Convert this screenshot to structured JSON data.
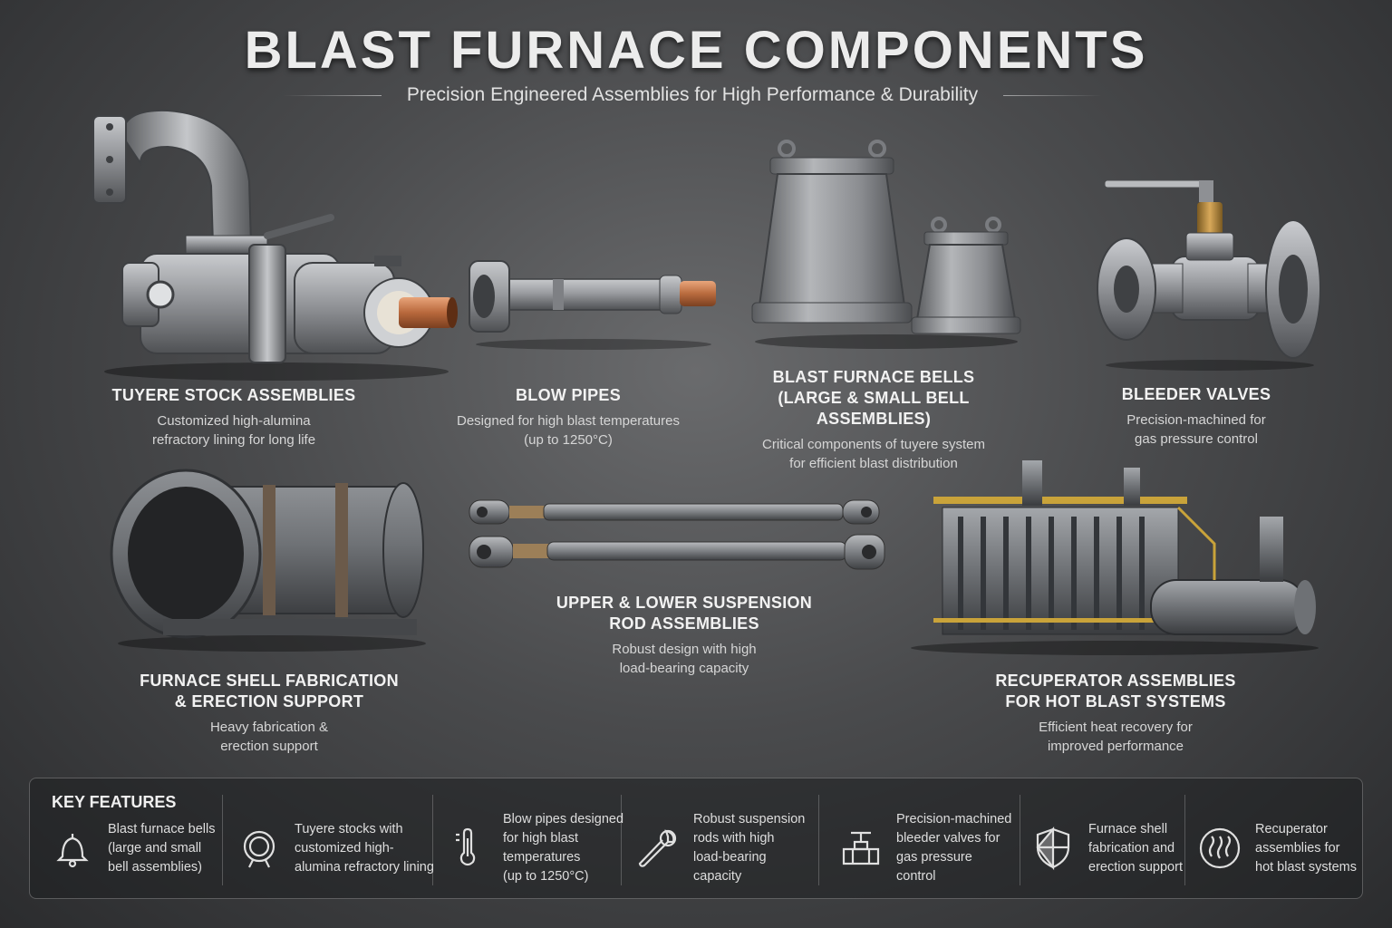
{
  "header": {
    "title": "BLAST FURNACE COMPONENTS",
    "subtitle": "Precision Engineered Assemblies for High Performance & Durability"
  },
  "components": [
    {
      "name_lines": [
        "TUYERE STOCK ASSEMBLIES"
      ],
      "desc_lines": [
        "Customized high-alumina",
        "refractory lining for long life"
      ]
    },
    {
      "name_lines": [
        "BLOW PIPES"
      ],
      "desc_lines": [
        "Designed for high blast temperatures",
        "(up to 1250°C)"
      ]
    },
    {
      "name_lines": [
        "BLAST FURNACE BELLS",
        "(LARGE & SMALL BELL ASSEMBLIES)"
      ],
      "desc_lines": [
        "Critical components of tuyere system",
        "for efficient blast distribution"
      ]
    },
    {
      "name_lines": [
        "BLEEDER VALVES"
      ],
      "desc_lines": [
        "Precision-machined for",
        "gas pressure control"
      ]
    },
    {
      "name_lines": [
        "FURNACE SHELL FABRICATION",
        "& ERECTION SUPPORT"
      ],
      "desc_lines": [
        "Heavy fabrication &",
        "erection support"
      ]
    },
    {
      "name_lines": [
        "UPPER & LOWER SUSPENSION",
        "ROD ASSEMBLIES"
      ],
      "desc_lines": [
        "Robust design with high",
        "load-bearing capacity"
      ]
    },
    {
      "name_lines": [
        "RECUPERATOR ASSEMBLIES",
        "FOR HOT BLAST SYSTEMS"
      ],
      "desc_lines": [
        "Efficient heat recovery for",
        "improved performance"
      ]
    }
  ],
  "key_features": {
    "title": "KEY FEATURES",
    "items": [
      {
        "icon": "bell-icon",
        "lines": [
          "Blast furnace bells",
          "(large and small",
          "bell assemblies)"
        ]
      },
      {
        "icon": "ring-icon",
        "lines": [
          "Tuyere stocks with",
          "customized high-",
          "alumina refractory lining"
        ]
      },
      {
        "icon": "thermometer-icon",
        "lines": [
          "Blow pipes designed",
          "for high blast",
          "temperatures",
          "(up to 1250°C)"
        ]
      },
      {
        "icon": "wrench-icon",
        "lines": [
          "Robust suspension",
          "rods with high",
          "load-bearing",
          "capacity"
        ]
      },
      {
        "icon": "valve-icon",
        "lines": [
          "Precision-machined",
          "bleeder valves for",
          "gas pressure",
          "control"
        ]
      },
      {
        "icon": "shield-icon",
        "lines": [
          "Furnace shell",
          "fabrication and",
          "erection support"
        ]
      },
      {
        "icon": "heat-icon",
        "lines": [
          "Recuperator",
          "assemblies for",
          "hot blast systems"
        ]
      }
    ]
  },
  "colors": {
    "steel": "#9a9c9f",
    "steel_dark": "#55575a",
    "copper": "#c47a4a",
    "brass": "#b8893a",
    "frame_yellow": "#c9a33a"
  }
}
